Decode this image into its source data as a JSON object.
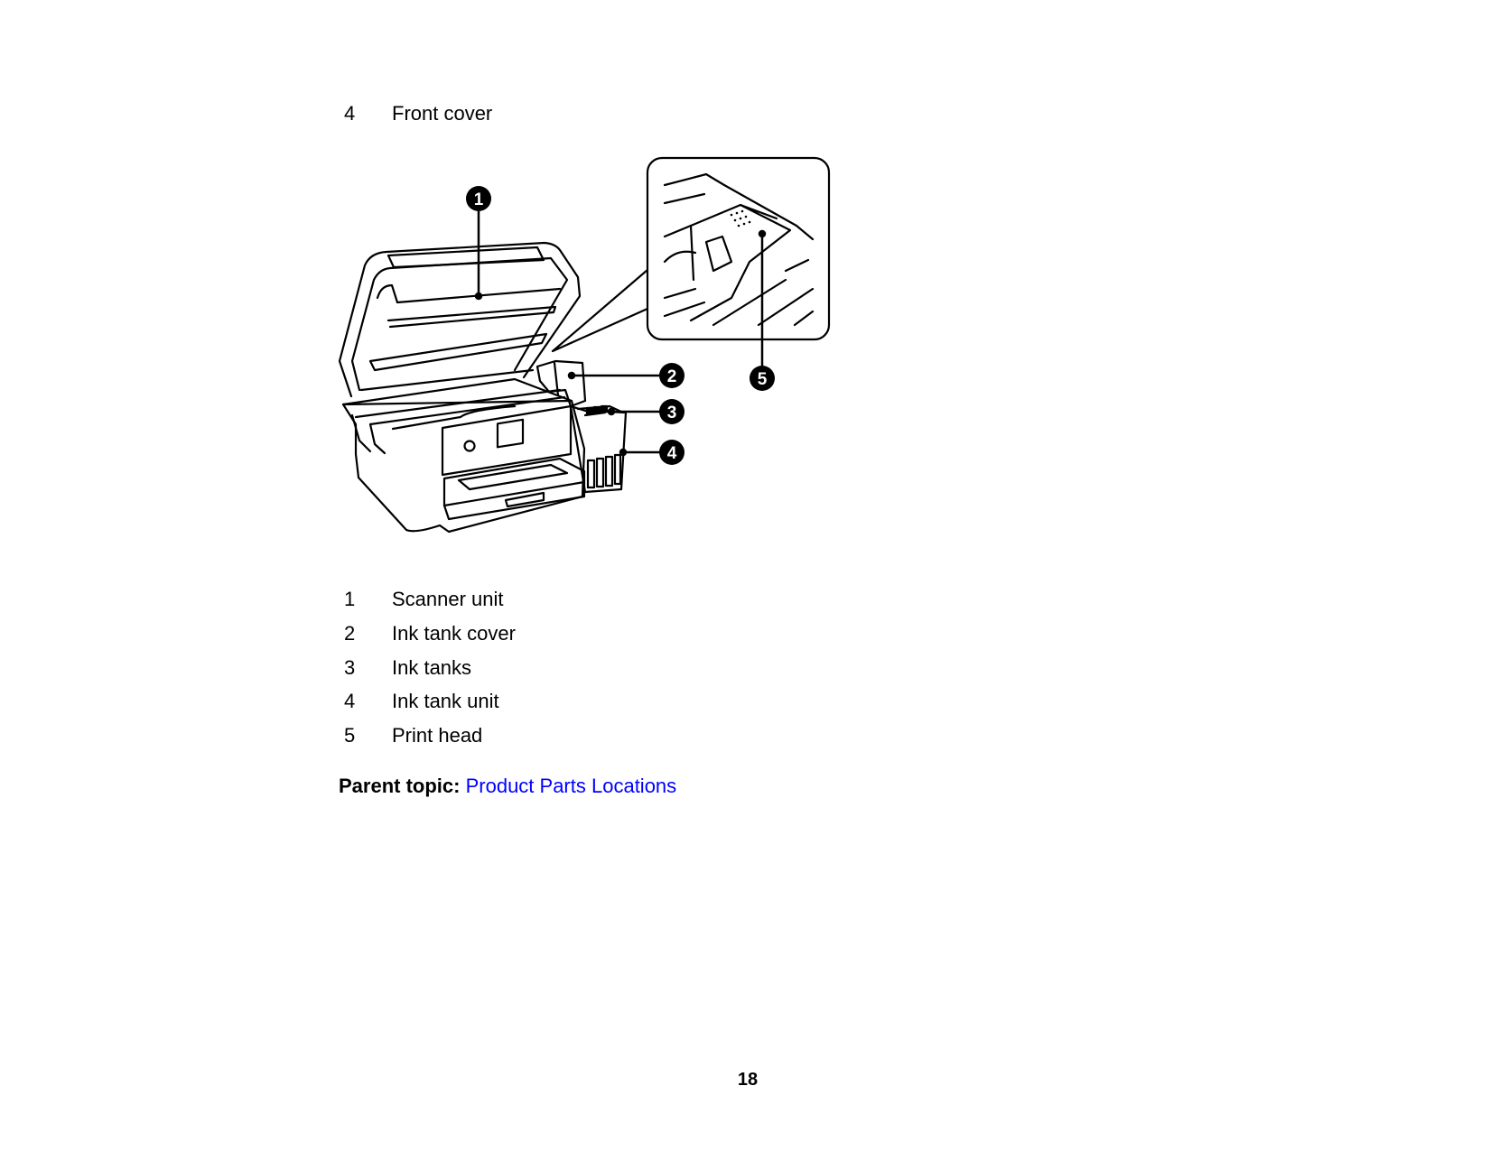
{
  "top_item": {
    "number": "4",
    "label": "Front cover"
  },
  "figure": {
    "callouts": [
      "1",
      "2",
      "3",
      "4",
      "5"
    ]
  },
  "parts": [
    {
      "number": "1",
      "label": "Scanner unit"
    },
    {
      "number": "2",
      "label": "Ink tank cover"
    },
    {
      "number": "3",
      "label": "Ink tanks"
    },
    {
      "number": "4",
      "label": "Ink tank unit"
    },
    {
      "number": "5",
      "label": "Print head"
    }
  ],
  "parent_topic": {
    "label": "Parent topic:",
    "link": "Product Parts Locations",
    "link_color": "#0000ff"
  },
  "page_number": "18"
}
